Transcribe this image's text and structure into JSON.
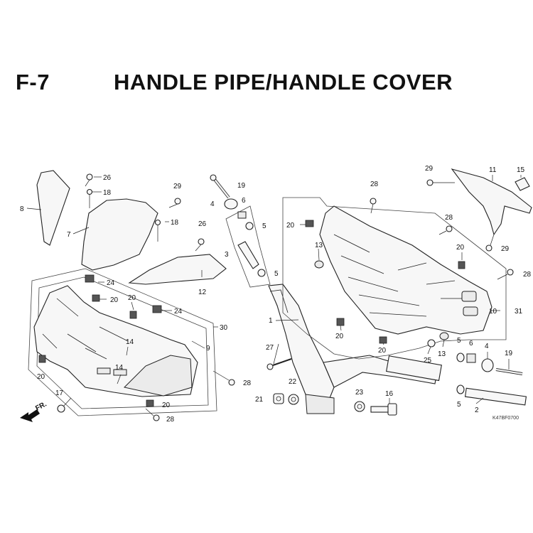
{
  "header": {
    "page_code": "F-7",
    "title": "HANDLE PIPE/HANDLE COVER"
  },
  "diagram_code": "K47BF0700",
  "front_arrow": "FR.",
  "callouts": {
    "c1": "1",
    "c2": "2",
    "c3": "3",
    "c4a": "4",
    "c4b": "4",
    "c5a": "5",
    "c5b": "5",
    "c5c": "5",
    "c5d": "5",
    "c6a": "6",
    "c6b": "6",
    "c7": "7",
    "c8": "8",
    "c9": "9",
    "c10": "10",
    "c11": "11",
    "c12": "12",
    "c13a": "13",
    "c13b": "13",
    "c14a": "14",
    "c14b": "14",
    "c15": "15",
    "c16": "16",
    "c17": "17",
    "c18a": "18",
    "c18b": "18",
    "c19a": "19",
    "c19b": "19",
    "c20a": "20",
    "c20b": "20",
    "c20c": "20",
    "c20d": "20",
    "c20e": "20",
    "c20f": "20",
    "c20g": "20",
    "c20h": "20",
    "c21": "21",
    "c22": "22",
    "c23": "23",
    "c24a": "24",
    "c24b": "24",
    "c25": "25",
    "c26a": "26",
    "c26b": "26",
    "c27": "27",
    "c28a": "28",
    "c28b": "28",
    "c28c": "28",
    "c28d": "28",
    "c28e": "28",
    "c29a": "29",
    "c29b": "29",
    "c29c": "29",
    "c30": "30",
    "c31": "31"
  }
}
